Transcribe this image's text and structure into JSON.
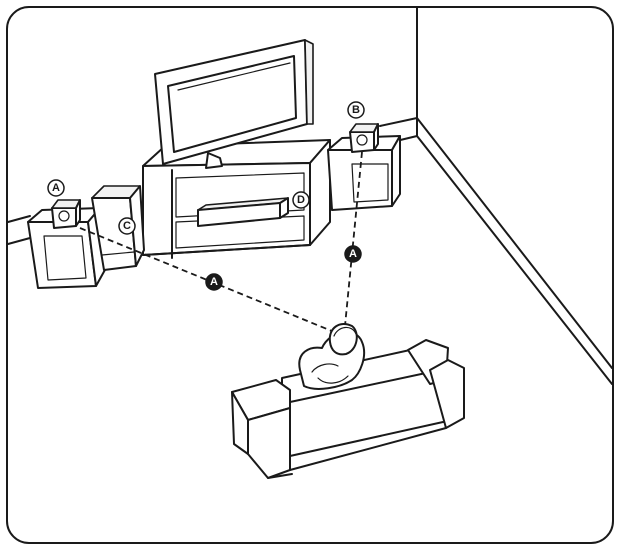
{
  "labels": {
    "front_speaker_left": "A",
    "front_speaker_right": "B",
    "subwoofer": "C",
    "main_unit": "D",
    "distance_left": "A",
    "distance_right": "A"
  }
}
